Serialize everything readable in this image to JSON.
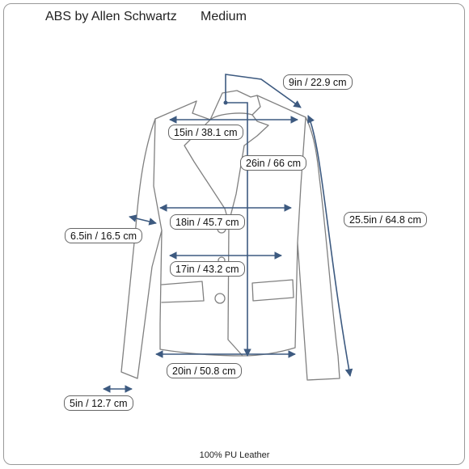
{
  "header": {
    "brand": "ABS by Allen Schwartz",
    "size": "Medium"
  },
  "measurements": {
    "shoulder_slope": "9in / 22.9 cm",
    "shoulder_width": "15in / 38.1 cm",
    "length": "26in / 66 cm",
    "sleeve_length": "25.5in / 64.8 cm",
    "chest": "18in / 45.7 cm",
    "bicep": "6.5in / 16.5 cm",
    "waist": "17in / 43.2 cm",
    "hem": "20in / 50.8 cm",
    "cuff": "5in / 12.7 cm"
  },
  "footer": {
    "material": "100% PU Leather"
  },
  "colors": {
    "dimension_line": "#3d5a80",
    "garment_outline": "#808080"
  }
}
